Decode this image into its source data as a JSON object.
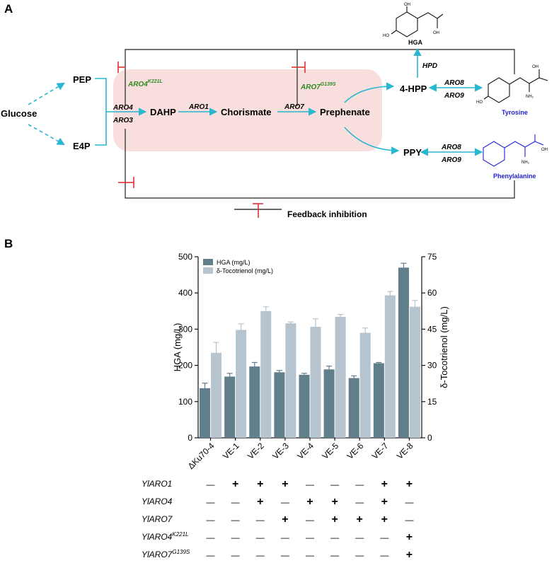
{
  "panel_a": {
    "label": "A",
    "glucose": "Glucose",
    "pep": "PEP",
    "e4p": "E4P",
    "dahp": "DAHP",
    "chorismate": "Chorismate",
    "prephenate": "Prephenate",
    "hpp": "4-HPP",
    "ppy": "PPY",
    "hga": "HGA",
    "tyrosine": "Tyrosine",
    "phenylalanine": "Phenylalanine",
    "aro4": "ARO4",
    "aro3": "ARO3",
    "aro1": "ARO1",
    "aro7": "ARO7",
    "aro8_top": "ARO8",
    "aro9_top": "ARO9",
    "aro8_bottom": "ARO8",
    "aro9_bottom": "ARO9",
    "hpd": "HPD",
    "aro4_mut": "ARO4",
    "aro4_mut_sup": "K221L",
    "aro7_mut": "ARO7",
    "aro7_mut_sup": "G139S",
    "feedback_legend": "Feedback inhibition",
    "oh_label": "OH",
    "ho_label": "HO",
    "nh2_label": "NH₂",
    "colors": {
      "arrow": "#29b6cf",
      "inhibition": "#e0312f",
      "mutant_text": "#2e8b22",
      "amino_acid": "#1f1fd6",
      "highlight": "#f9dede"
    }
  },
  "chart_data": {
    "label": "B",
    "type": "bar",
    "categories": [
      "ΔKu70-4",
      "VE-1",
      "VE-2",
      "VE-3",
      "VE-4",
      "VE-5",
      "VE-6",
      "VE-7",
      "VE-8"
    ],
    "series": [
      {
        "name": "HGA (mg/L)",
        "axis": "left",
        "color": "#617f8b",
        "values": [
          137,
          169,
          197,
          181,
          174,
          189,
          165,
          206,
          470
        ],
        "errors": [
          14,
          9,
          11,
          5,
          4,
          9,
          6,
          2,
          12
        ]
      },
      {
        "name": "δ-Tocotrienol (mg/L)",
        "axis": "right",
        "color": "#b5c4cf",
        "values": [
          35.2,
          44.7,
          52.5,
          47.4,
          46.0,
          50.1,
          43.5,
          59.0,
          54.3
        ],
        "errors": [
          4.3,
          2.5,
          1.8,
          0.6,
          3.3,
          1.0,
          2.0,
          1.6,
          2.6
        ]
      }
    ],
    "ylabel": "HGA (mg/L)",
    "ylabel_right": "δ-Tocotrienol (mg/L)",
    "ylim": [
      0,
      500
    ],
    "ylim_right": [
      0,
      75
    ],
    "yticks": [
      "0",
      "100",
      "200",
      "300",
      "400",
      "500"
    ],
    "yticks_right": [
      "0",
      "15",
      "30",
      "45",
      "60",
      "75"
    ],
    "legend": "top-left",
    "genotype_table": {
      "rows": [
        {
          "name": "YlARO1",
          "sup": "",
          "marks": [
            "—",
            "+",
            "+",
            "+",
            "—",
            "—",
            "—",
            "+",
            "+"
          ]
        },
        {
          "name": "YlARO4",
          "sup": "",
          "marks": [
            "—",
            "—",
            "+",
            "—",
            "+",
            "+",
            "—",
            "+",
            "—"
          ]
        },
        {
          "name": "YlARO7",
          "sup": "",
          "marks": [
            "—",
            "—",
            "—",
            "+",
            "—",
            "+",
            "+",
            "+",
            "—"
          ]
        },
        {
          "name": "YlARO4",
          "sup": "K221L",
          "marks": [
            "—",
            "—",
            "—",
            "—",
            "—",
            "—",
            "—",
            "—",
            "+"
          ]
        },
        {
          "name": "YlARO7",
          "sup": "G139S",
          "marks": [
            "—",
            "—",
            "—",
            "—",
            "—",
            "—",
            "—",
            "—",
            "+"
          ]
        }
      ]
    }
  }
}
